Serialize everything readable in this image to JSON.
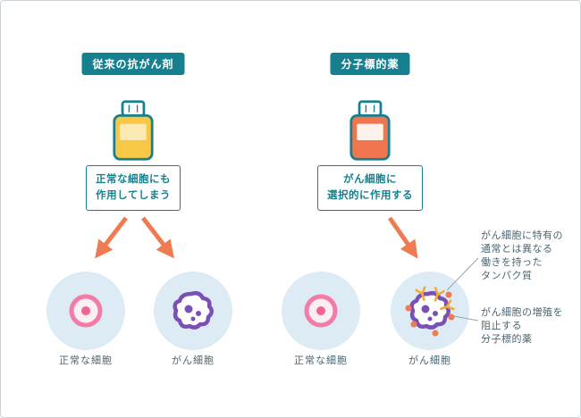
{
  "columns": {
    "left": {
      "header": "従来の抗がん剤",
      "effect": [
        "正常な細胞にも",
        "作用してしまう"
      ],
      "cells": [
        {
          "label": "正常な細胞"
        },
        {
          "label": "がん細胞"
        }
      ]
    },
    "right": {
      "header": "分子標的薬",
      "effect": [
        "がん細胞に",
        "選択的に作用する"
      ],
      "cells": [
        {
          "label": "正常な細胞"
        },
        {
          "label": "がん細胞"
        }
      ]
    }
  },
  "annotations": {
    "protein": [
      "がん細胞に特有の",
      "通常とは異なる",
      "働きを持った",
      "タンパク質"
    ],
    "drug": [
      "がん細胞の増殖を",
      "阻止する",
      "分子標的薬"
    ]
  },
  "icons": {
    "left_bottle": "conventional-anticancer-drug-bottle-icon",
    "right_bottle": "molecular-targeted-drug-bottle-icon",
    "normal_cell": "normal-cell-icon",
    "cancer_cell": "cancer-cell-icon",
    "arrow": "orange-arrow-icon"
  },
  "colors": {
    "teal": "#17808f",
    "arrow_orange": "#ef7b52",
    "bottle_yellow": "#f8c745",
    "bottle_orange": "#f0764f",
    "cell_background": "#dcebf4",
    "normal_cell_pink": "#f27ca6",
    "cancer_cell_purple": "#7b50b5",
    "receptor_yellow": "#f2a93b",
    "annotation_text": "#4a6572"
  }
}
